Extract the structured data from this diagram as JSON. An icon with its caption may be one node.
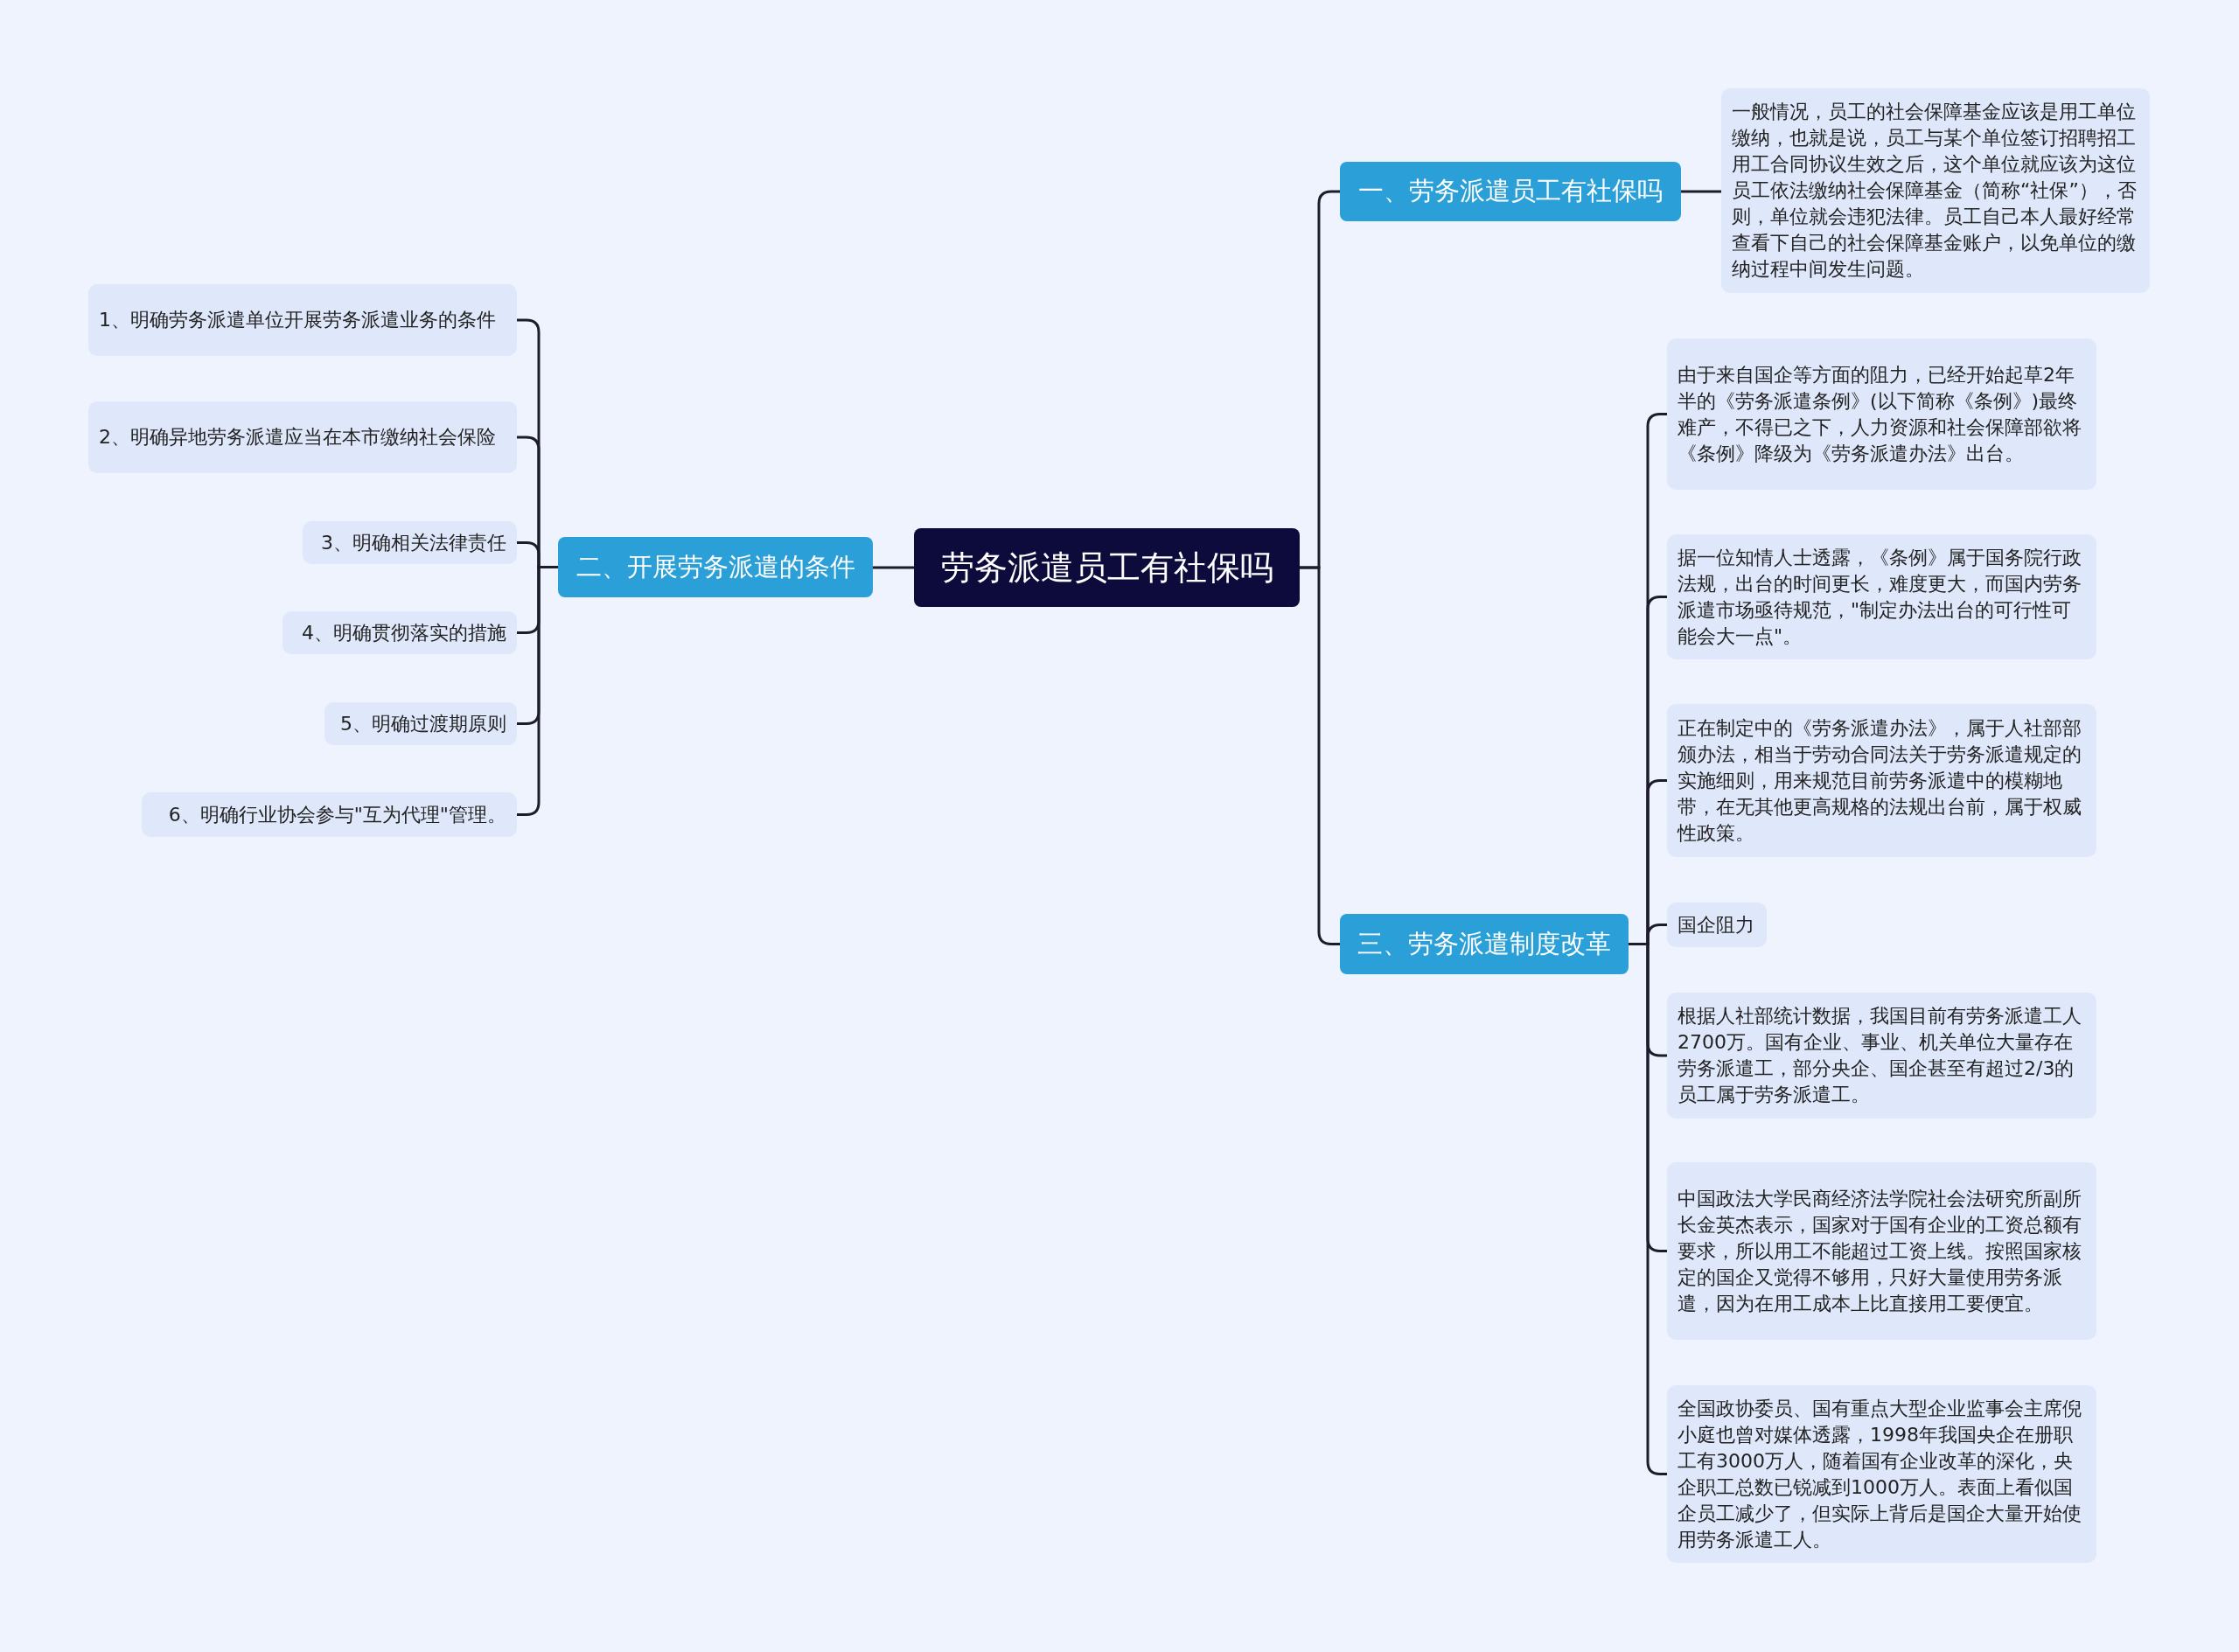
{
  "diagram": {
    "nodes": [
      {
        "text": [
          "劳务派遣员工有社保吗"
        ]
      },
      {
        "text": [
          "一、劳务派遣员工有社保吗"
        ]
      },
      {
        "text": [
          "一般情况，员工的社会保障基金应该是用工单位缴纳，也就是说，员工与某个单位签订招聘招工用工合同协议生效之后，这个单位就应该为这位员工依法缴纳社会保障基金（简称“社保”），否则，单位就会违犯法律。员工自己本人最好经常查看下自己的社会保障基金账户，以免单位的缴纳过程中间发生问题。"
        ]
      },
      {
        "text": [
          "二、开展劳务派遣的条件"
        ]
      },
      {
        "text": [
          "1、明确劳务派遣单位开展劳务派遣业务的条件"
        ]
      },
      {
        "text": [
          "2、明确异地劳务派遣应当在本市缴纳社会保险"
        ]
      },
      {
        "text": [
          "3、明确相关法律责任"
        ]
      },
      {
        "text": [
          "4、明确贯彻落实的措施"
        ]
      },
      {
        "text": [
          "5、明确过渡期原则"
        ]
      },
      {
        "text": [
          "6、明确行业协会参与\"互为代理\"管理。"
        ]
      },
      {
        "text": [
          "三、劳务派遣制度改革"
        ]
      },
      {
        "text": [
          "由于来自国企等方面的阻力，已经开始起草2年半的《劳务派遣条例》(以下简称《条例》)最终难产，不得已之下，人力资源和社会保障部欲将《条例》降级为《劳务派遣办法》出台。"
        ]
      },
      {
        "text": [
          "据一位知情人士透露，《条例》属于国务院行政法规，出台的时间更长，难度更大，而国内劳务派遣市场亟待规范，\"制定办法出台的可行性可能会大一点\"。"
        ]
      },
      {
        "text": [
          "正在制定中的《劳务派遣办法》，属于人社部部颁办法，相当于劳动合同法关于劳务派遣规定的实施细则，用来规范目前劳务派遣中的模糊地带，在无其他更高规格的法规出台前，属于权威性政策。"
        ]
      },
      {
        "text": [
          "国企阻力"
        ]
      },
      {
        "text": [
          "根据人社部统计数据，我国目前有劳务派遣工人2700万。国有企业、事业、机关单位大量存在劳务派遣工，部分央企、国企甚至有超过2/3的员工属于劳务派遣工。"
        ]
      },
      {
        "text": [
          "中国政法大学民商经济法学院社会法研究所副所长金英杰表示，国家对于国有企业的工资总额有要求，所以用工不能超过工资上线。按照国家核定的国企又觉得不够用，只好大量使用劳务派遣，因为在用工成本上比直接用工要便宜。"
        ]
      },
      {
        "text": [
          "全国政协委员、国有重点大型企业监事会主席倪小庭也曾对媒体透露，1998年我国央企在册职工有3000万人，随着国有企业改革的深化，央企职工总数已锐减到1000万人。表面上看似国企员工减少了，但实际上背后是国企大量开始使用劳务派遣工人。"
        ]
      }
    ],
    "edges": [
      {
        "from": 0,
        "to": 1,
        "arrow": "none"
      },
      {
        "from": 1,
        "to": 2,
        "arrow": "none"
      },
      {
        "from": 0,
        "to": 3,
        "arrow": "none"
      },
      {
        "from": 3,
        "to": 4,
        "arrow": "none"
      },
      {
        "from": 3,
        "to": 5,
        "arrow": "none"
      },
      {
        "from": 3,
        "to": 6,
        "arrow": "none"
      },
      {
        "from": 3,
        "to": 7,
        "arrow": "none"
      },
      {
        "from": 3,
        "to": 8,
        "arrow": "none"
      },
      {
        "from": 3,
        "to": 9,
        "arrow": "none"
      },
      {
        "from": 0,
        "to": 10,
        "arrow": "none"
      },
      {
        "from": 10,
        "to": 11,
        "arrow": "none"
      },
      {
        "from": 10,
        "to": 12,
        "arrow": "none"
      },
      {
        "from": 10,
        "to": 13,
        "arrow": "none"
      },
      {
        "from": 10,
        "to": 14,
        "arrow": "none"
      },
      {
        "from": 10,
        "to": 15,
        "arrow": "none"
      },
      {
        "from": 10,
        "to": 16,
        "arrow": "none"
      },
      {
        "from": 10,
        "to": 17,
        "arrow": "none"
      }
    ]
  }
}
